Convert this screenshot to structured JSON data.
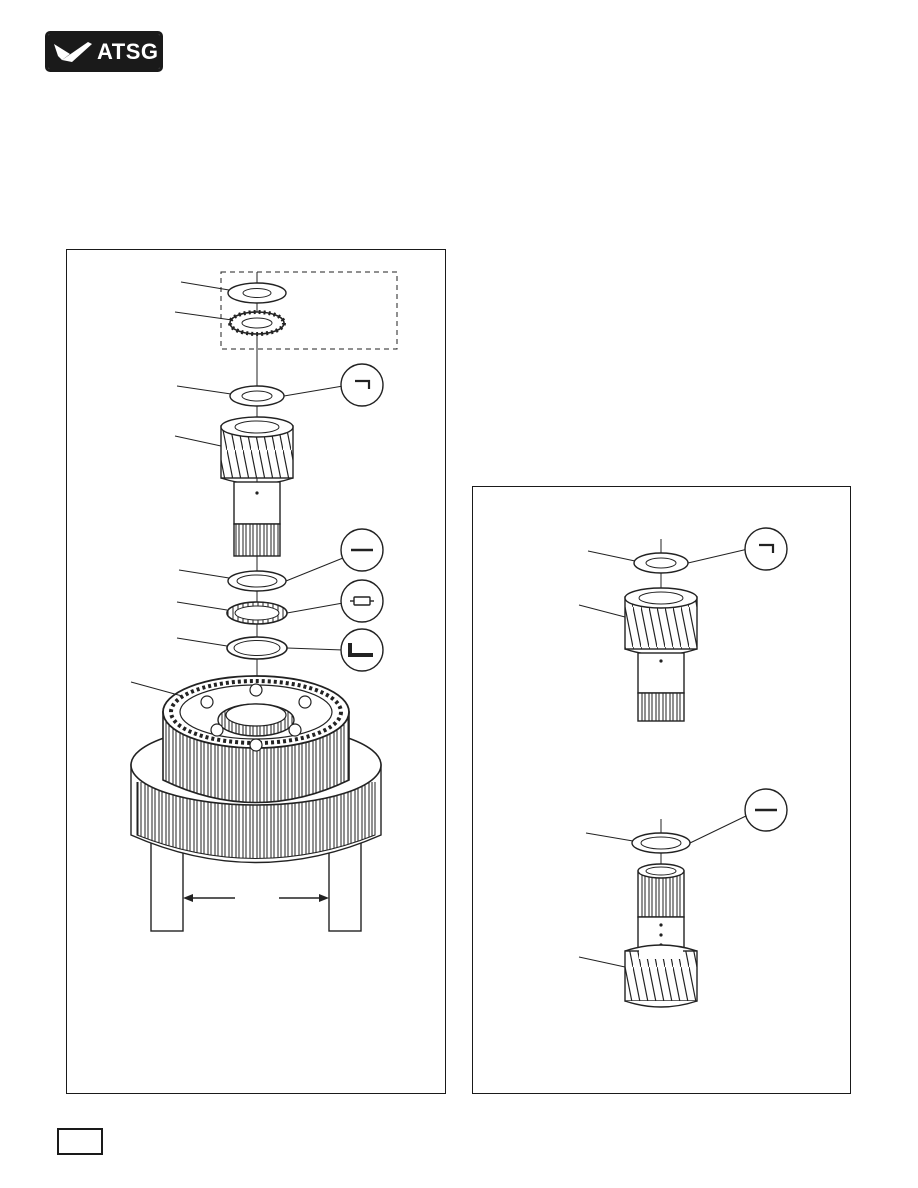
{
  "header": {
    "logo_text": "ATSG"
  },
  "figures": {
    "left": {
      "name": "planetary-assembly-exploded-view"
    },
    "right": {
      "name": "sun-gear-assembly-views"
    }
  },
  "footer": {
    "page_number": ""
  }
}
